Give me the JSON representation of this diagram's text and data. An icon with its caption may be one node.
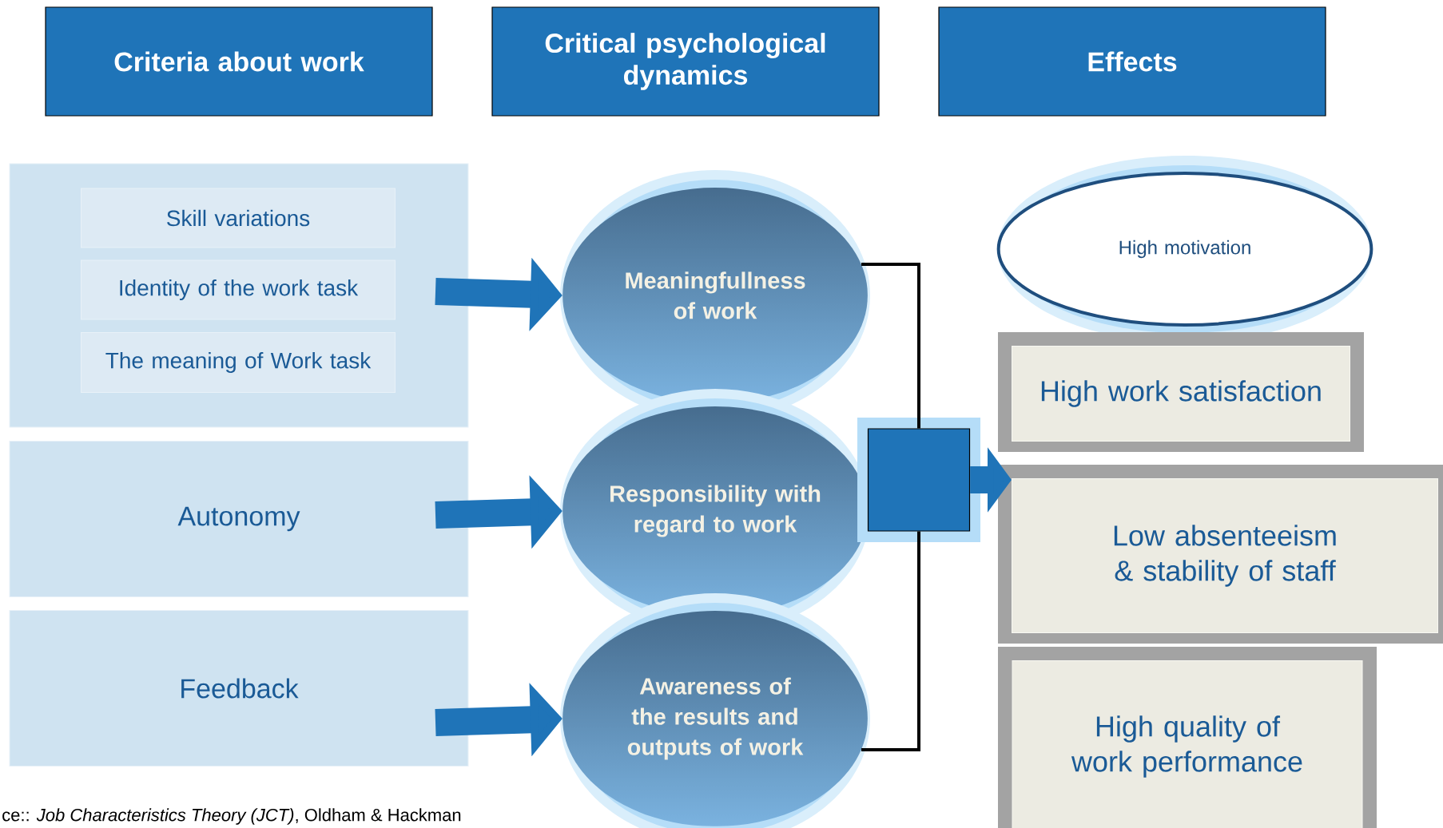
{
  "diagram": {
    "caption": "ce:: *Job Characteristics Theory (JCT)*, Oldham & Hackman",
    "nodes": [
      {
        "text": [
          "Criteria about work"
        ]
      },
      {
        "text": [
          "Critical psychological dynamics"
        ]
      },
      {
        "text": [
          "Effects"
        ]
      },
      {
        "text": [],
        "shape": "box"
      },
      {
        "text": [
          "Skill variations"
        ],
        "in": 3
      },
      {
        "text": [
          "Identity of the work task"
        ],
        "in": 3
      },
      {
        "text": [
          "The meaning of Work task"
        ],
        "in": 3
      },
      {
        "text": [
          "Autonomy"
        ]
      },
      {
        "text": [
          "Feedback"
        ]
      },
      {
        "text": [
          "Meaningfullness of work"
        ]
      },
      {
        "text": [
          "Responsibility with regard to work"
        ]
      },
      {
        "text": [
          "Awareness of the results and outputs of work"
        ]
      },
      {
        "text": [],
        "shape": "box"
      },
      {
        "text": [
          "High motivation"
        ]
      },
      {
        "text": [
          "High work satisfaction"
        ]
      },
      {
        "text": [
          "Low absenteeism & stability of staff"
        ]
      },
      {
        "text": [
          "High quality of work performance"
        ]
      }
    ],
    "edges": [
      {
        "from": 3,
        "to": 9,
        "arrow": "to"
      },
      {
        "from": 7,
        "to": 10,
        "arrow": "to"
      },
      {
        "from": 8,
        "to": 11,
        "arrow": "to"
      },
      {
        "from": 9,
        "to": 12,
        "arrow": "none",
        "color": "#000000"
      },
      {
        "from": 11,
        "to": 12,
        "arrow": "none",
        "color": "#000000"
      },
      {
        "from": 12,
        "to": 15,
        "arrow": "to"
      }
    ]
  }
}
